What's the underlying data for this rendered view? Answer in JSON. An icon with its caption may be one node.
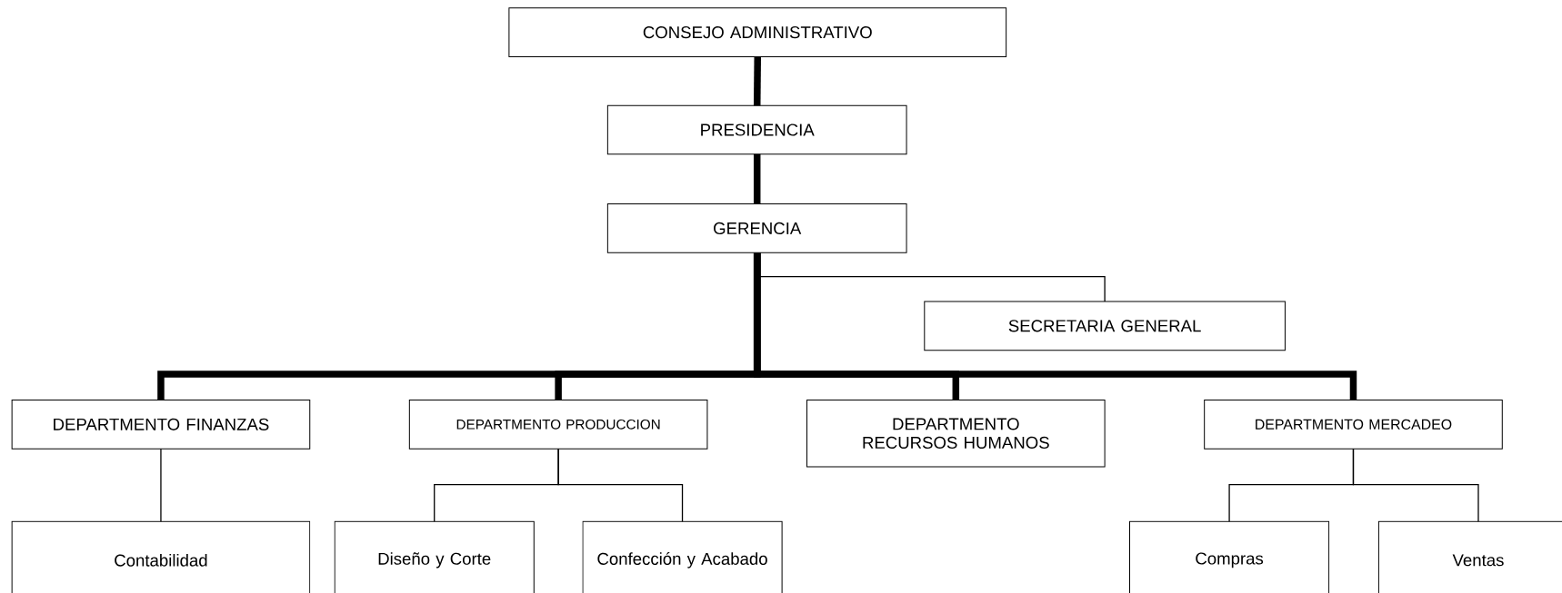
{
  "diagram": {
    "nodes": [
      {
        "text": [
          "CONSEJO ADMINISTRATIVO"
        ]
      },
      {
        "text": [
          "PRESIDENCIA"
        ]
      },
      {
        "text": [
          "GERENCIA"
        ]
      },
      {
        "text": [
          "SECRETARIA GENERAL"
        ]
      },
      {
        "text": [
          "DEPARTMENTO FINANZAS"
        ]
      },
      {
        "text": [
          "DEPARTMENTO PRODUCCION"
        ]
      },
      {
        "text": [
          "DEPARTMENTO RECURSOS HUMANOS"
        ]
      },
      {
        "text": [
          "DEPARTMENTO MERCADEO"
        ]
      },
      {
        "text": [
          "Contabilidad"
        ]
      },
      {
        "text": [
          "Diseño y Corte"
        ]
      },
      {
        "text": [
          "Confección y Acabado"
        ]
      },
      {
        "text": [
          "Compras"
        ]
      },
      {
        "text": [
          "Ventas"
        ]
      }
    ],
    "edges": [
      {
        "from": 0,
        "to": 1,
        "arrow": "none",
        "style": "thick"
      },
      {
        "from": 1,
        "to": 2,
        "arrow": "none",
        "style": "thick"
      },
      {
        "from": 2,
        "to": 3,
        "arrow": "none"
      },
      {
        "from": 2,
        "to": 4,
        "arrow": "none",
        "style": "thick"
      },
      {
        "from": 2,
        "to": 5,
        "arrow": "none",
        "style": "thick"
      },
      {
        "from": 2,
        "to": 6,
        "arrow": "none",
        "style": "thick"
      },
      {
        "from": 2,
        "to": 7,
        "arrow": "none",
        "style": "thick"
      },
      {
        "from": 4,
        "to": 8,
        "arrow": "none"
      },
      {
        "from": 5,
        "to": 9,
        "arrow": "none"
      },
      {
        "from": 5,
        "to": 10,
        "arrow": "none"
      },
      {
        "from": 7,
        "to": 11,
        "arrow": "none"
      },
      {
        "from": 7,
        "to": 12,
        "arrow": "none"
      }
    ]
  }
}
